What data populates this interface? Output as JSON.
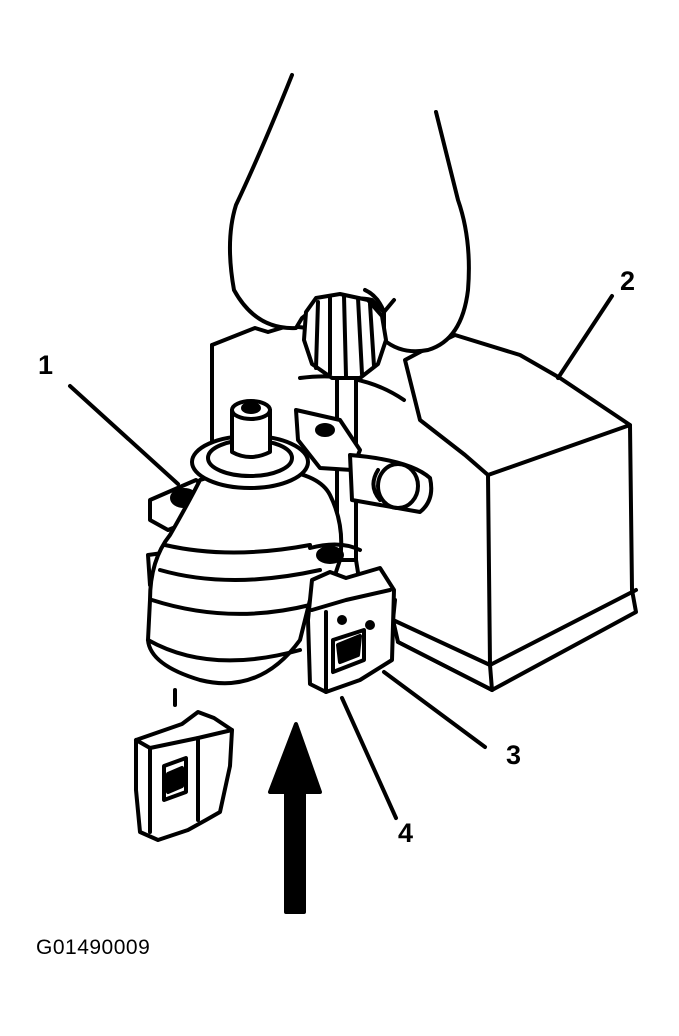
{
  "callouts": [
    {
      "id": "1",
      "label": "1"
    },
    {
      "id": "2",
      "label": "2"
    },
    {
      "id": "3",
      "label": "3"
    },
    {
      "id": "4",
      "label": "4"
    }
  ],
  "figure_code": "G01490009",
  "colors": {
    "ink": "#000000",
    "paper": "#ffffff"
  }
}
